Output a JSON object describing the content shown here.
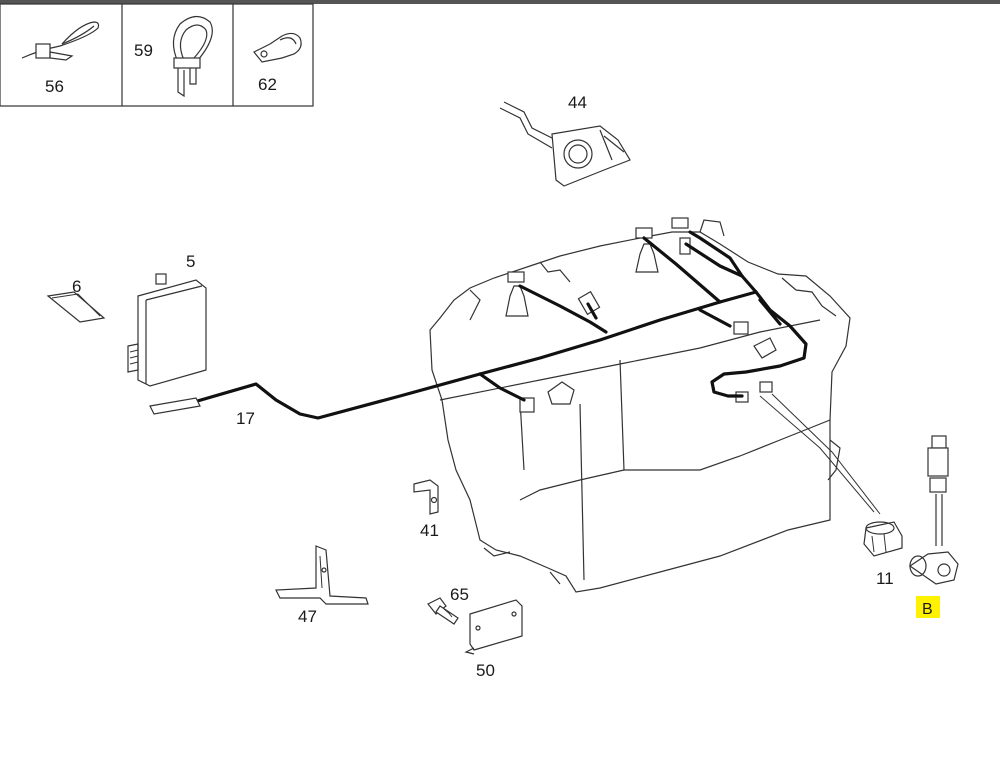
{
  "accent_color": "#fff200",
  "inset_labels": [
    "56",
    "59",
    "62"
  ],
  "part_labels": {
    "p44": "44",
    "p5": "5",
    "p6": "6",
    "p17": "17",
    "p41": "41",
    "p47": "47",
    "p65": "65",
    "p50": "50",
    "p11": "11"
  },
  "highlighted_label": "B"
}
